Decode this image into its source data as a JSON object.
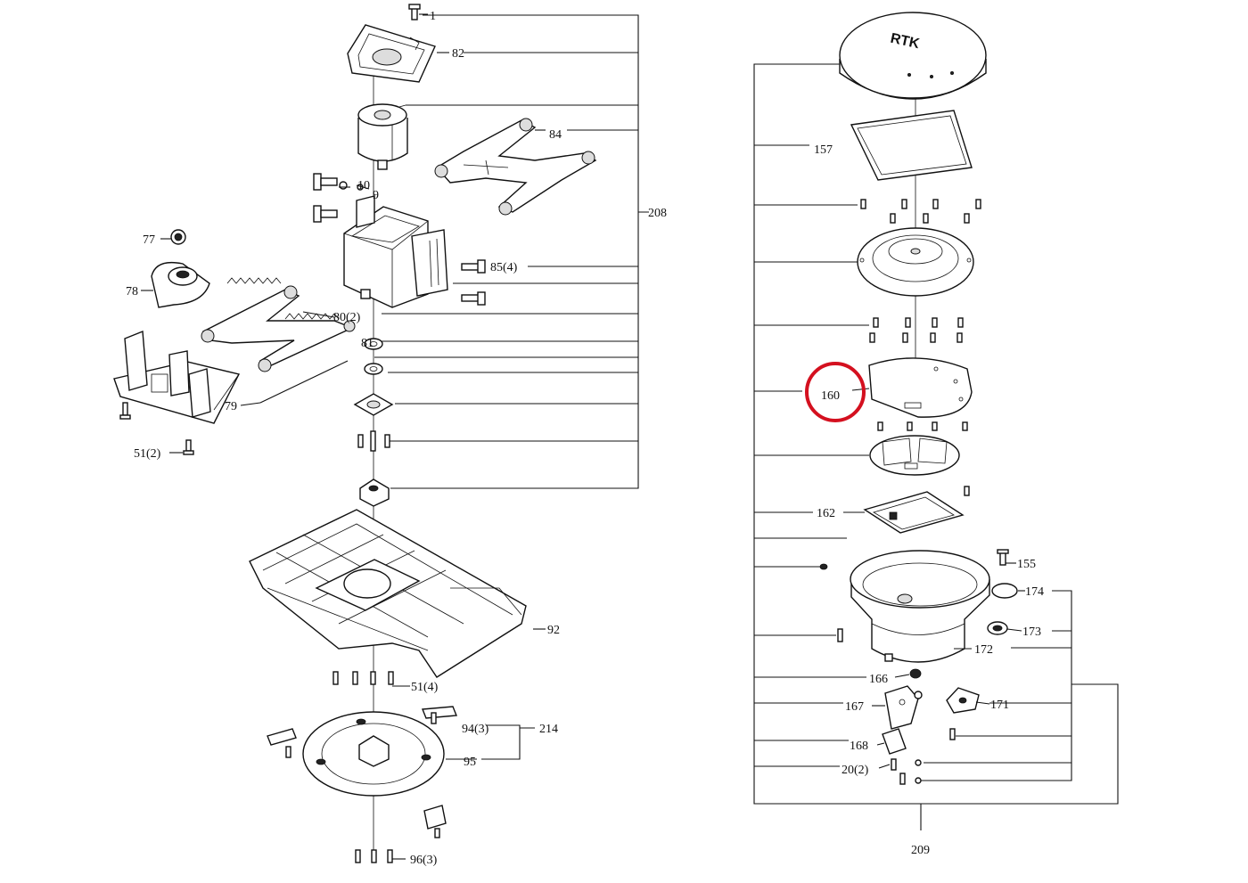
{
  "labels": {
    "l1": "1",
    "l82": "82",
    "l84": "84",
    "l10": "10",
    "l9": "9",
    "l208": "208",
    "l77": "77",
    "l78": "78",
    "l85": "85(4)",
    "l80": "80(2)",
    "l81": "81",
    "l79": "79",
    "l51a": "51(2)",
    "l92": "92",
    "l51b": "51(4)",
    "l94": "94(3)",
    "l214": "214",
    "l95": "95",
    "l96": "96(3)",
    "l157": "157",
    "l160": "160",
    "l162": "162",
    "l155": "155",
    "l174": "174",
    "l173": "173",
    "l172": "172",
    "l166": "166",
    "l167": "167",
    "l171": "171",
    "l168": "168",
    "l20": "20(2)",
    "l209": "209",
    "rtk": "RTK"
  },
  "highlight": {
    "target": "160",
    "color": "#d4101f"
  }
}
